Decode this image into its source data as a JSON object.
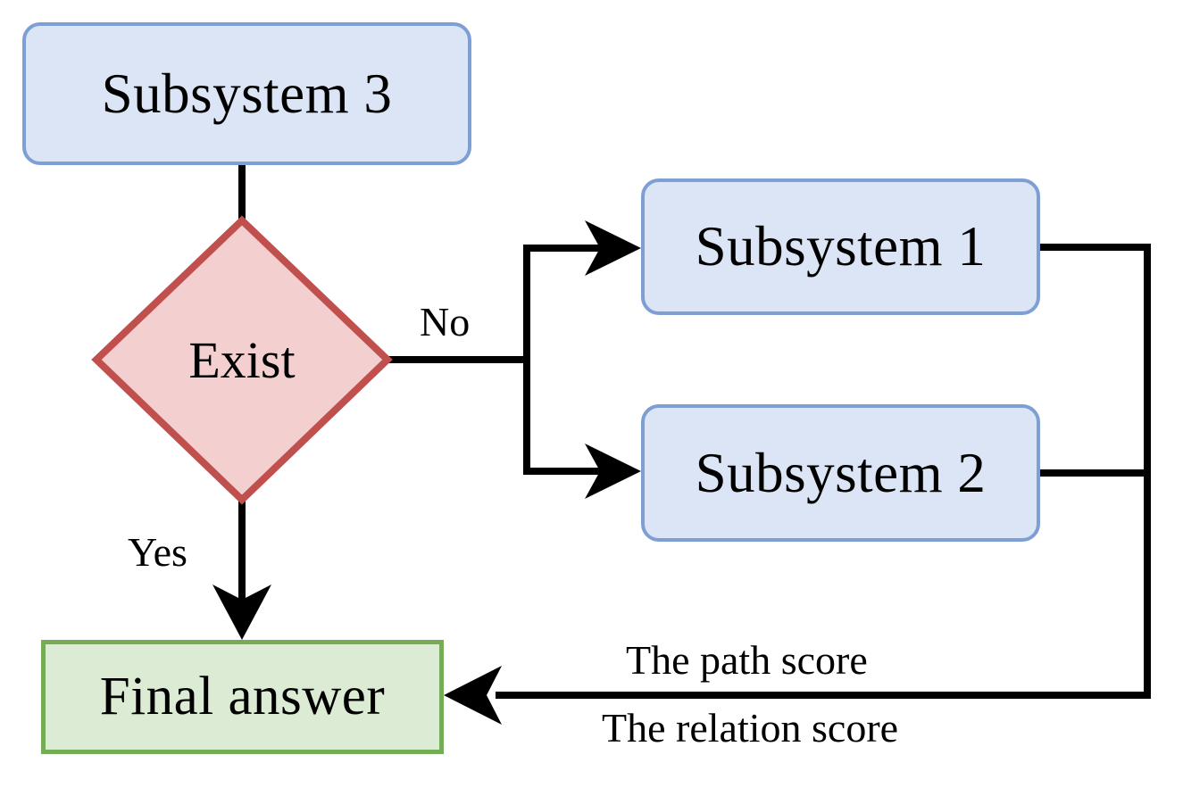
{
  "diagram": {
    "title": "Subsystem routing flowchart",
    "type": "flowchart",
    "background_color": "#ffffff"
  },
  "nodes": {
    "subsystem3": {
      "label": "Subsystem 3",
      "shape": "rounded-rectangle",
      "fill": "#dbe5f6",
      "stroke": "#7d9fd3"
    },
    "exist": {
      "label": "Exist",
      "shape": "diamond",
      "fill": "#f3cfcf",
      "stroke": "#c0504d"
    },
    "subsystem1": {
      "label": "Subsystem 1",
      "shape": "rounded-rectangle",
      "fill": "#dbe5f6",
      "stroke": "#7d9fd3"
    },
    "subsystem2": {
      "label": "Subsystem 2",
      "shape": "rounded-rectangle",
      "fill": "#dbe5f6",
      "stroke": "#7d9fd3"
    },
    "final_answer": {
      "label": "Final answer",
      "shape": "rectangle",
      "fill": "#dcebd3",
      "stroke": "#73ad58"
    }
  },
  "edge_labels": {
    "no": "No",
    "yes": "Yes",
    "path_score": "The path score",
    "relation_score": "The relation score"
  },
  "edges": [
    {
      "from": "subsystem3",
      "to": "exist",
      "label": ""
    },
    {
      "from": "exist",
      "to": "subsystem1",
      "label": "No"
    },
    {
      "from": "exist",
      "to": "subsystem2",
      "label": "No"
    },
    {
      "from": "exist",
      "to": "final_answer",
      "label": "Yes"
    },
    {
      "from": "subsystem1",
      "to": "final_answer",
      "label": "The path score"
    },
    {
      "from": "subsystem2",
      "to": "final_answer",
      "label": "The relation score"
    }
  ],
  "style": {
    "line_color": "#000000",
    "line_width": 7,
    "text_color": "#000000"
  }
}
